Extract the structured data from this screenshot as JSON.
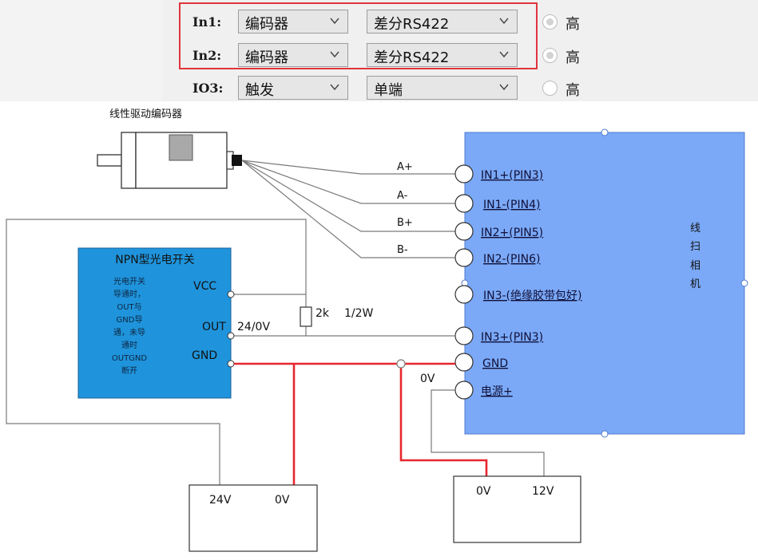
{
  "config": {
    "rows": [
      {
        "label": "In1:",
        "mode": "编码器",
        "signal": "差分RS422",
        "radio_label": "高",
        "radio_selected": true
      },
      {
        "label": "In2:",
        "mode": "编码器",
        "signal": "差分RS422",
        "radio_label": "高",
        "radio_selected": true
      },
      {
        "label": "IO3:",
        "mode": "触发",
        "signal": "单端",
        "radio_label": "高",
        "radio_selected": false
      }
    ]
  },
  "diagram": {
    "encoder": {
      "label": "线性驱动编码器"
    },
    "encoder_signals": [
      "A+",
      "A-",
      "B+",
      "B-"
    ],
    "camera": {
      "label": "线扫相机",
      "label_chars": [
        "线",
        "扫",
        "相",
        "机"
      ],
      "pins": [
        "IN1+(PIN3)",
        "IN1-(PIN4)",
        "IN2+(PIN5)",
        "IN2-(PIN6)",
        "IN3-(绝缘胶带包好)",
        "IN3+(PIN3)",
        "GND",
        "电源+"
      ]
    },
    "sensor": {
      "title": "NPN型光电开关",
      "note_lines": [
        "光电开关",
        "导通时，",
        "OUT与",
        "GND导",
        "通，未导",
        "通时",
        "OUTGND",
        "断开"
      ],
      "vcc": "VCC",
      "out": "OUT",
      "gnd": "GND"
    },
    "out_voltage": "24/0V",
    "resistor": {
      "value": "2k",
      "power": "1/2W"
    },
    "gnd_zero": "0V",
    "psu_24": {
      "left": "24V",
      "right": "0V"
    },
    "psu_12": {
      "left": "0V",
      "right": "12V"
    },
    "colors": {
      "camera_fill": "#7ba9f7",
      "sensor_fill": "#1f94dc",
      "power_wire": "#e8262d",
      "wire": "#7a7a7a",
      "frame_red": "#e0343c"
    }
  }
}
